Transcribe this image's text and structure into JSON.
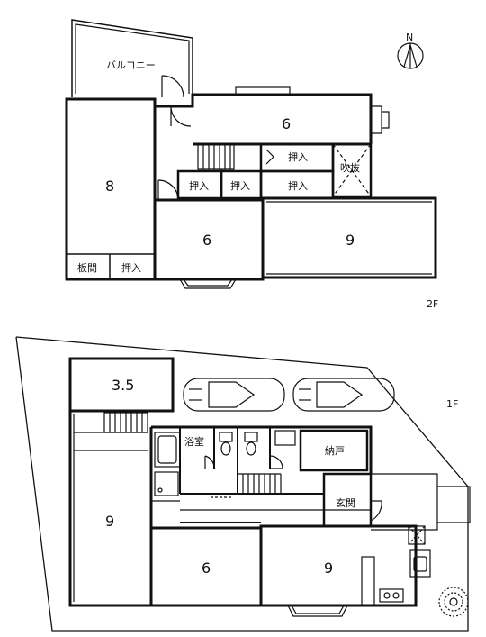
{
  "compass": {
    "letter": "N"
  },
  "floor2": {
    "label": "2F",
    "rooms": {
      "balcony": "バルコニー",
      "room_8": "8",
      "room_6_top": "6",
      "closet_a": "押入",
      "fukinuke": "吹抜",
      "closet_b": "押入",
      "closet_c": "押入",
      "closet_d": "押入",
      "room_6_bottom": "6",
      "room_9": "9",
      "itama": "板間",
      "closet_e": "押入"
    }
  },
  "floor1": {
    "label": "1F",
    "rooms": {
      "room_35": "3.5",
      "bath": "浴室",
      "storage": "納戸",
      "entrance": "玄関",
      "room_9_left": "9",
      "room_6": "6",
      "room_9_right": "9"
    }
  }
}
